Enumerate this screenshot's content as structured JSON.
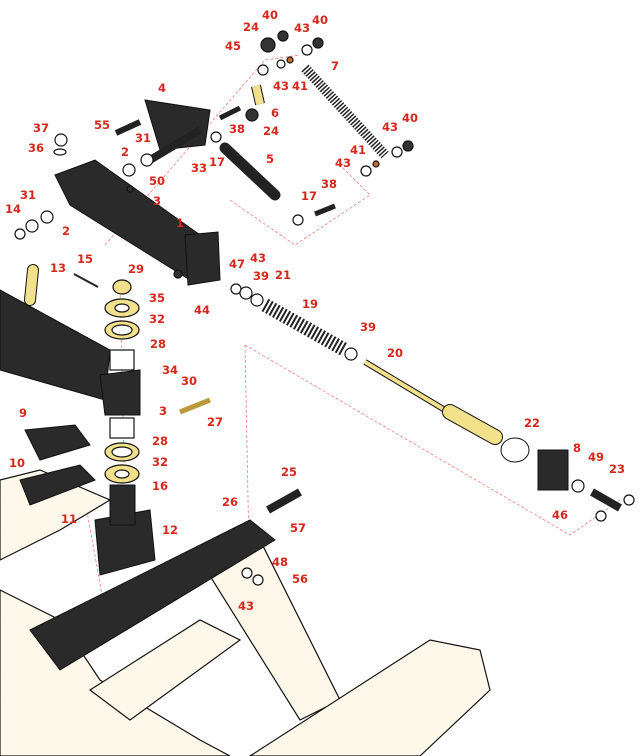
{
  "diagram": {
    "title": "Exploded parts view - suspension / spring assembly",
    "colors": {
      "callout": "#d9261c",
      "part_dark": "#2a2a2a",
      "part_brass": "#f3e08a",
      "frame": "#fdf8ea",
      "leader": "#f08080"
    },
    "callouts": [
      "40",
      "24",
      "43",
      "40",
      "45",
      "7",
      "43",
      "41",
      "4",
      "6",
      "38",
      "24",
      "55",
      "31",
      "37",
      "36",
      "2",
      "33",
      "17",
      "5",
      "40",
      "43",
      "41",
      "43",
      "50",
      "3",
      "38",
      "17",
      "31",
      "14",
      "2",
      "1",
      "15",
      "13",
      "29",
      "43",
      "47",
      "39",
      "21",
      "44",
      "35",
      "19",
      "32",
      "39",
      "28",
      "20",
      "34",
      "30",
      "3",
      "27",
      "9",
      "22",
      "28",
      "8",
      "32",
      "49",
      "10",
      "16",
      "23",
      "25",
      "46",
      "11",
      "26",
      "12",
      "57",
      "48",
      "56",
      "43"
    ]
  }
}
